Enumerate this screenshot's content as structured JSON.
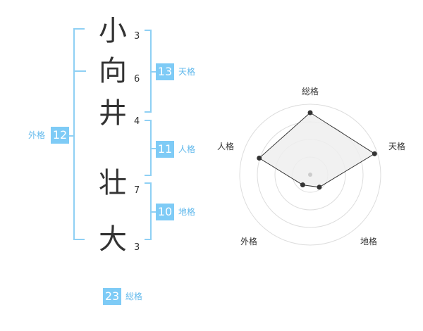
{
  "name": {
    "chars": [
      {
        "char": "小",
        "strokes": "3"
      },
      {
        "char": "向",
        "strokes": "6"
      },
      {
        "char": "井",
        "strokes": "4"
      },
      {
        "char": "壮",
        "strokes": "7"
      },
      {
        "char": "大",
        "strokes": "3"
      }
    ]
  },
  "fortunes": {
    "tenkaku": {
      "value": "13",
      "label": "天格"
    },
    "jinkaku": {
      "value": "11",
      "label": "人格"
    },
    "chikaku": {
      "value": "10",
      "label": "地格"
    },
    "gaikaku": {
      "value": "12",
      "label": "外格"
    },
    "soukaku": {
      "value": "23",
      "label": "総格"
    }
  },
  "colors": {
    "accent": "#7ecbf6",
    "bracket": "#8fd0f4",
    "label": "#62b9ec"
  },
  "chart_data": {
    "type": "radar",
    "axes": [
      "総格",
      "天格",
      "地格",
      "外格",
      "人格"
    ],
    "values": [
      0.88,
      0.96,
      0.22,
      0.18,
      0.76
    ],
    "rings": 4
  }
}
